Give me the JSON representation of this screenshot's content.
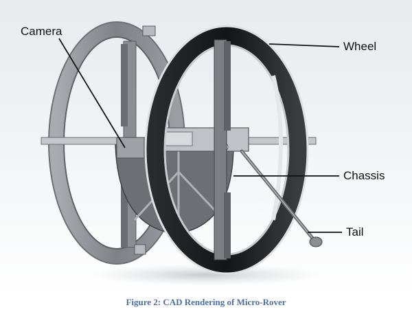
{
  "labels": {
    "camera": "Camera",
    "wheel": "Wheel",
    "chassis": "Chassis",
    "tail": "Tail"
  },
  "caption": "Figure 2: CAD Rendering of Micro-Rover",
  "colors": {
    "background_top": "#e9edf0",
    "wheel_outer_grey": "#8e9296",
    "wheel_dark": "#1b1c1e",
    "wheel_rim_light": "#d8dadc",
    "chassis_grey": "#7a7e82",
    "caption_blue": "#4a6fa0",
    "leader_line": "#111111"
  }
}
